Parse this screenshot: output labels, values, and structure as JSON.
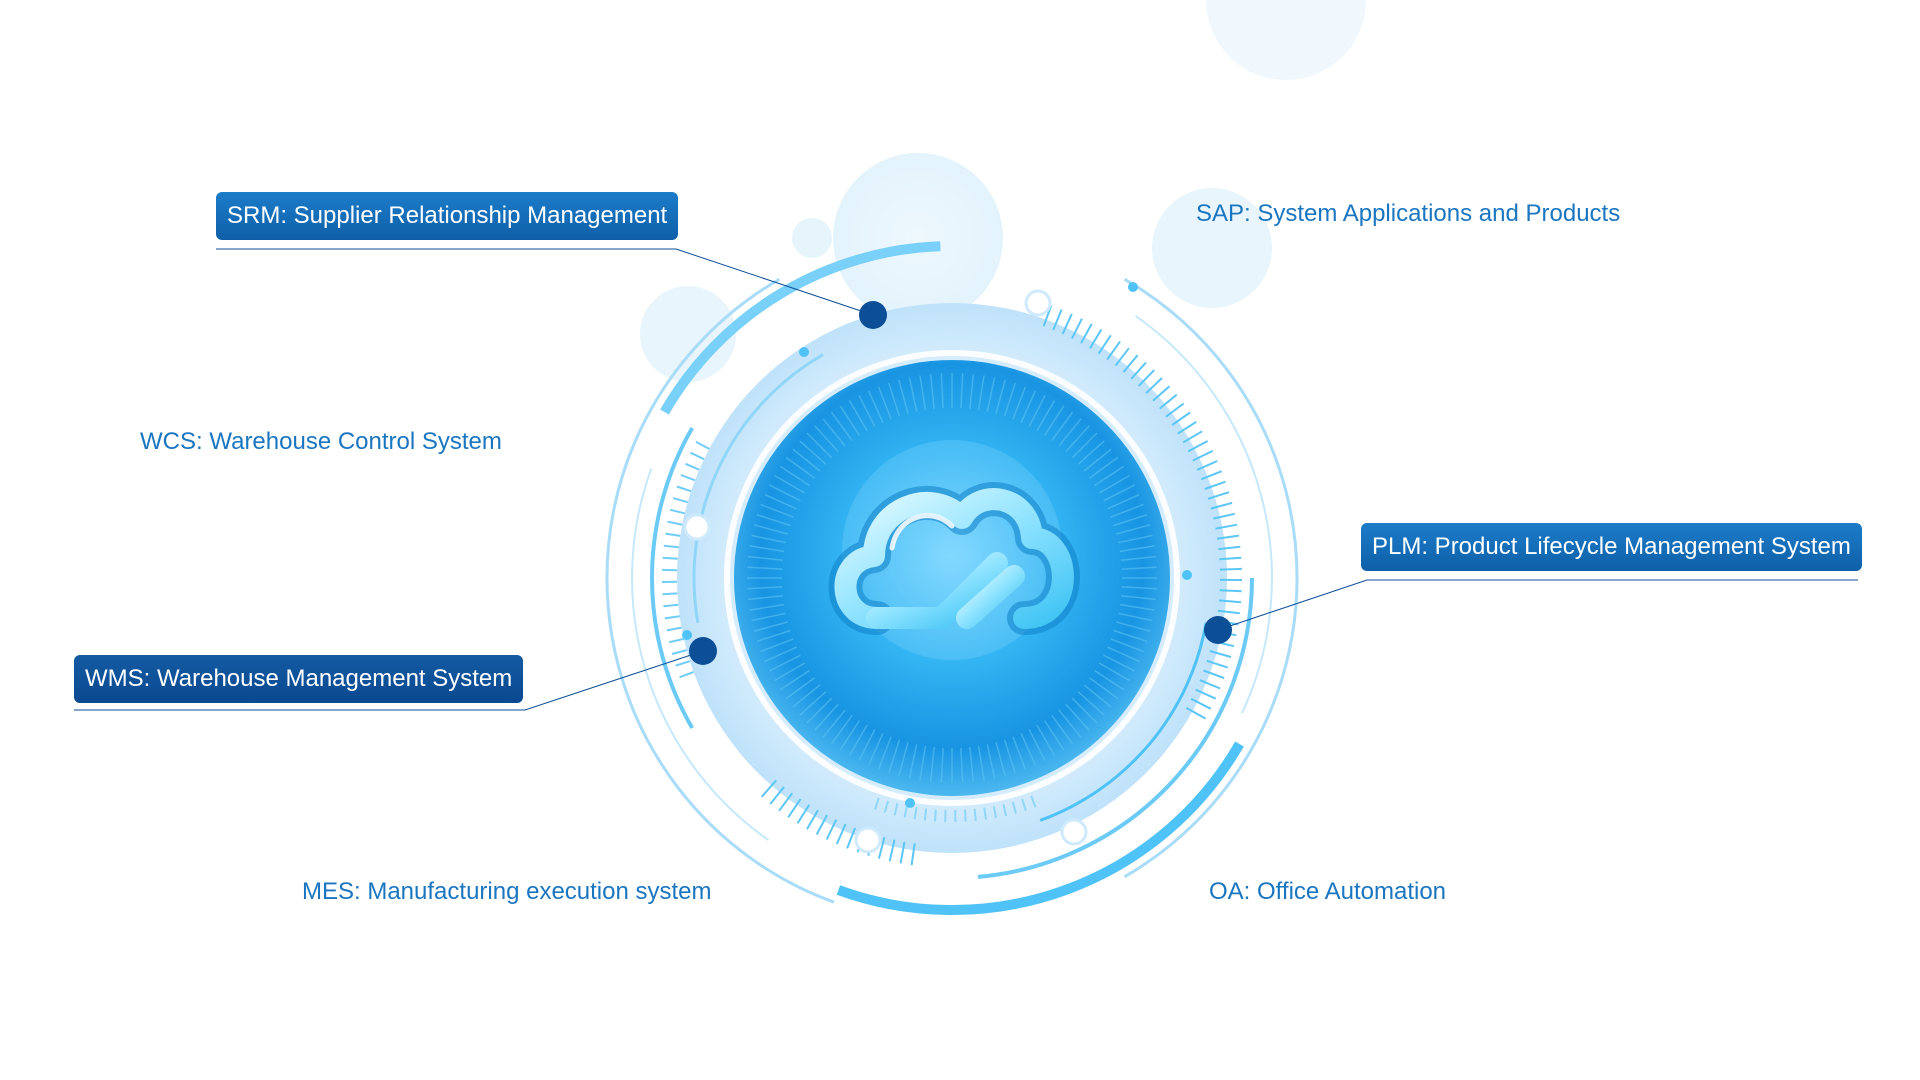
{
  "labels": {
    "srm": "SRM: Supplier Relationship Management",
    "sap": "SAP: System Applications and Products",
    "wcs": "WCS: Warehouse Control System",
    "plm": "PLM: Product Lifecycle Management System",
    "wms": "WMS: Warehouse Management System",
    "mes": "MES: Manufacturing execution system",
    "oa": "OA: Office Automation"
  },
  "icons": {
    "center": "cloud-icon"
  },
  "colors": {
    "text_blue": "#1a76c0",
    "tag_blue": "#1a75c4",
    "tag_dark_blue": "#0d4f97",
    "ring_light": "#bfe6fb",
    "ring_bright": "#4fc3f7",
    "core_blue": "#1a9ee8"
  }
}
